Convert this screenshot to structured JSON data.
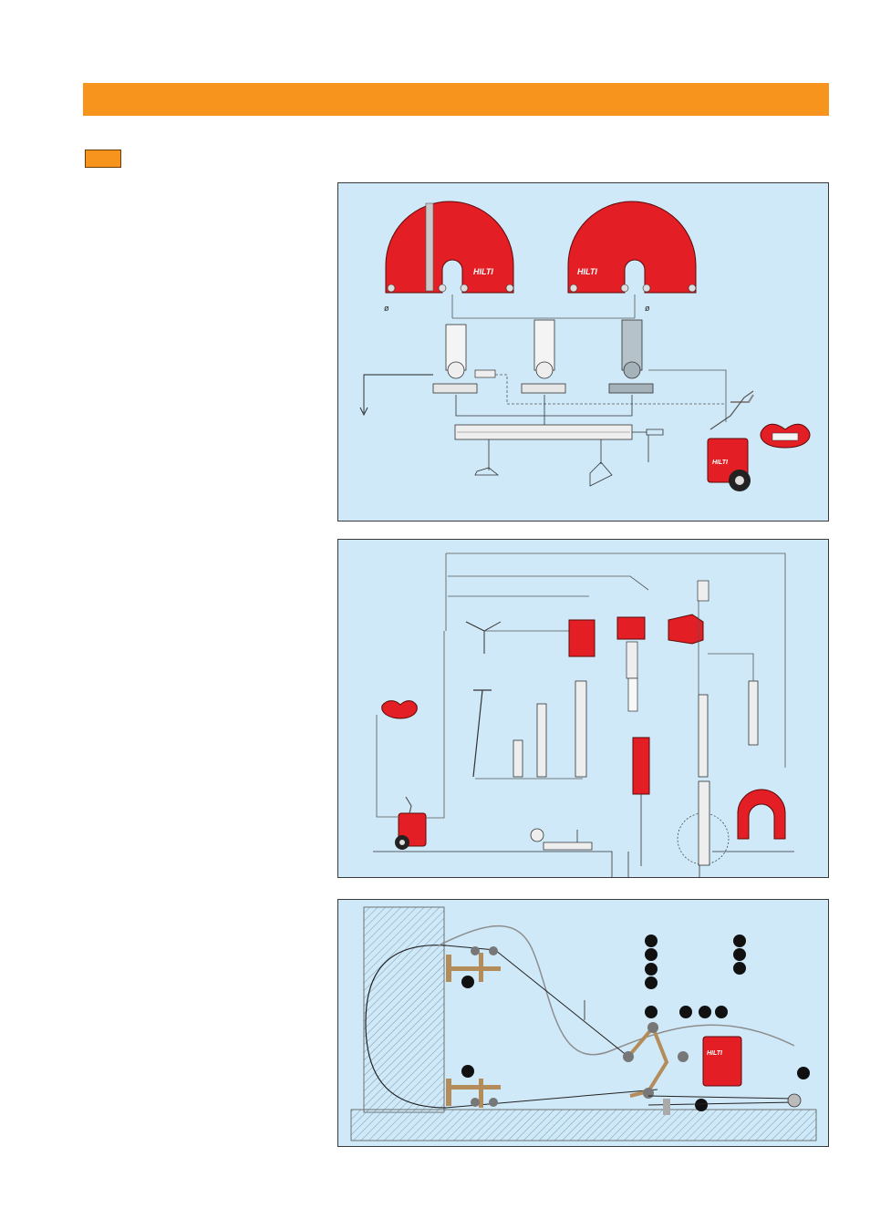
{
  "brand": {
    "name": "HILTI"
  },
  "colors": {
    "accent": "#f7941d",
    "panel_bg": "#cfe9f8",
    "machine_red": "#e31e24",
    "rope": "#8d8d8d",
    "wood": "#b48c5a"
  },
  "panel_1": {
    "diameter_symbol_left": "ø",
    "diameter_symbol_right": "ø"
  },
  "icons": [
    "wall-saw-blade-guard-icon",
    "saw-head-icon",
    "track-rail-icon",
    "power-pack-icon",
    "remote-control-icon",
    "core-drill-icon",
    "wire-saw-icon",
    "pulley-icon"
  ]
}
